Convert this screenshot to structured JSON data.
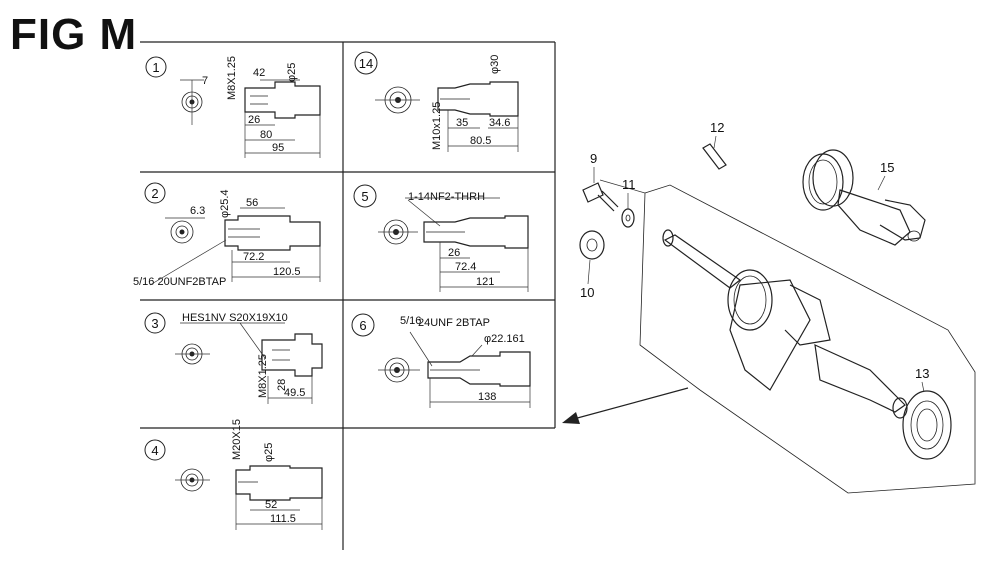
{
  "figure": {
    "title": "FIG M"
  },
  "panels": [
    {
      "num": "1",
      "dims": [
        "7",
        "M8X1.25",
        "42",
        "φ25",
        "26",
        "80",
        "95"
      ]
    },
    {
      "num": "14",
      "dims": [
        "φ30",
        "M10x1.25",
        "35",
        "34.6",
        "80.5"
      ]
    },
    {
      "num": "2",
      "dims": [
        "φ25.4",
        "6.3",
        "56",
        "72.2",
        "120.5",
        "5/16 20UNF2BTAP"
      ]
    },
    {
      "num": "5",
      "dims": [
        "1-14NF2-THRH",
        "26",
        "72.4",
        "121"
      ]
    },
    {
      "num": "3",
      "dims": [
        "HES1NV S20X19X10",
        "M8X1.25",
        "28",
        "49.5"
      ]
    },
    {
      "num": "6",
      "dims": [
        "5/16",
        "24UNF 2BTAP",
        "φ22.161",
        "138"
      ]
    },
    {
      "num": "4",
      "dims": [
        "M20X15",
        "φ25",
        "52",
        "111.5"
      ]
    }
  ],
  "parts": [
    "9",
    "11",
    "10",
    "12",
    "15",
    "13"
  ]
}
